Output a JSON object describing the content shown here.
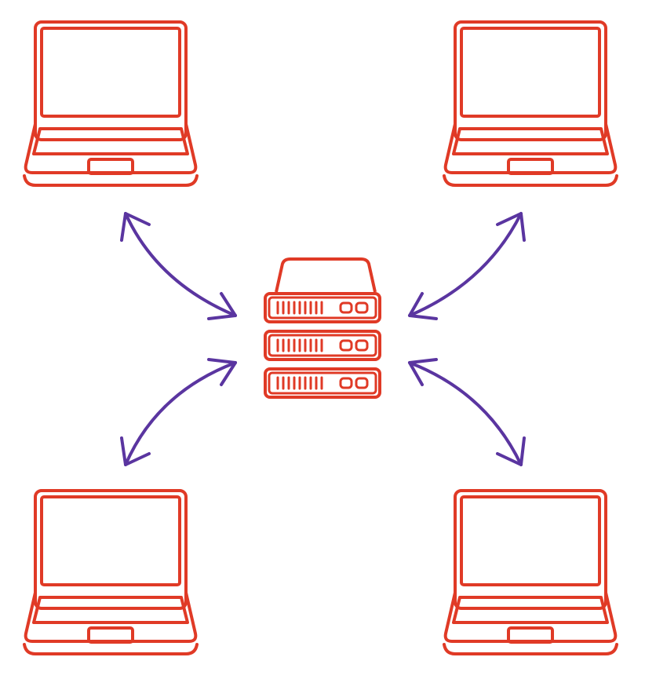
{
  "diagram": {
    "kind": "client-server network",
    "colors": {
      "device_stroke": "#e03a26",
      "arrow_stroke": "#5a35a0",
      "background": "#ffffff"
    },
    "nodes": [
      {
        "id": "laptop-top-left",
        "icon": "laptop-icon"
      },
      {
        "id": "laptop-top-right",
        "icon": "laptop-icon"
      },
      {
        "id": "laptop-bottom-left",
        "icon": "laptop-icon"
      },
      {
        "id": "laptop-bottom-right",
        "icon": "laptop-icon"
      },
      {
        "id": "server-center",
        "icon": "server-stack-icon"
      }
    ],
    "connections": [
      {
        "from": "laptop-top-left",
        "to": "server-center",
        "direction": "bidirectional"
      },
      {
        "from": "laptop-top-right",
        "to": "server-center",
        "direction": "bidirectional"
      },
      {
        "from": "laptop-bottom-left",
        "to": "server-center",
        "direction": "bidirectional"
      },
      {
        "from": "laptop-bottom-right",
        "to": "server-center",
        "direction": "bidirectional"
      }
    ]
  }
}
